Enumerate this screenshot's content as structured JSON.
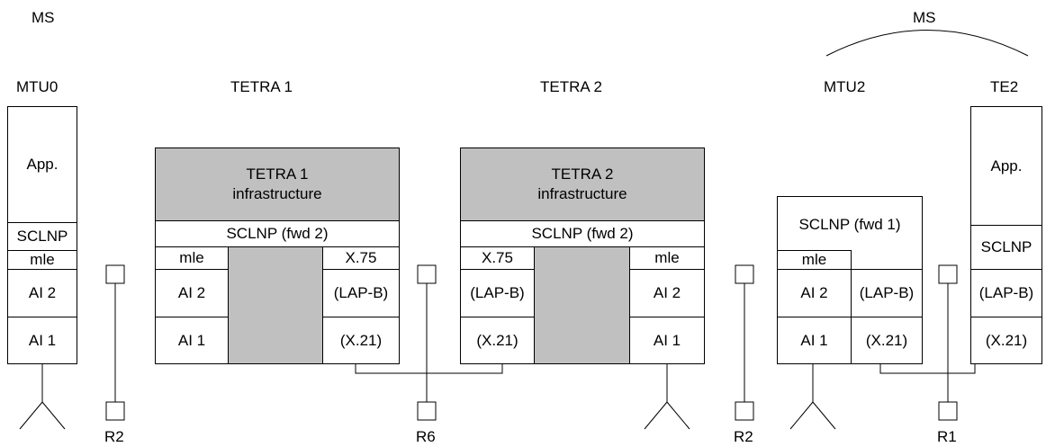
{
  "headers": {
    "ms_left": "MS",
    "ms_right": "MS",
    "mtu0": "MTU0",
    "tetra1": "TETRA 1",
    "tetra2": "TETRA 2",
    "mtu2": "MTU2",
    "te2": "TE2"
  },
  "mtu0": {
    "app": "App.",
    "sclnp": "SCLNP",
    "mle": "mle",
    "ai2": "AI 2",
    "ai1": "AI 1"
  },
  "tetra1": {
    "infra_line1": "TETRA 1",
    "infra_line2": "infrastructure",
    "sclnp": "SCLNP (fwd 2)",
    "mle": "mle",
    "ai2": "AI 2",
    "ai1": "AI 1",
    "x75": "X.75",
    "lapb": "(LAP-B)",
    "x21": "(X.21)"
  },
  "tetra2": {
    "infra_line1": "TETRA 2",
    "infra_line2": "infrastructure",
    "sclnp": "SCLNP (fwd 2)",
    "x75": "X.75",
    "lapb": "(LAP-B)",
    "x21": "(X.21)",
    "mle": "mle",
    "ai2": "AI 2",
    "ai1": "AI 1"
  },
  "mtu2": {
    "sclnp": "SCLNP (fwd 1)",
    "mle": "mle",
    "ai2": "AI 2",
    "ai1": "AI 1",
    "lapb": "(LAP-B)",
    "x21": "(X.21)"
  },
  "te2": {
    "app": "App.",
    "sclnp": "SCLNP",
    "lapb": "(LAP-B)",
    "x21": "(X.21)"
  },
  "ref_points": {
    "r2_left": "R2",
    "r6": "R6",
    "r2_right": "R2",
    "r1": "R1"
  },
  "colors": {
    "shade": "#c0c0c0",
    "line": "#000000"
  }
}
